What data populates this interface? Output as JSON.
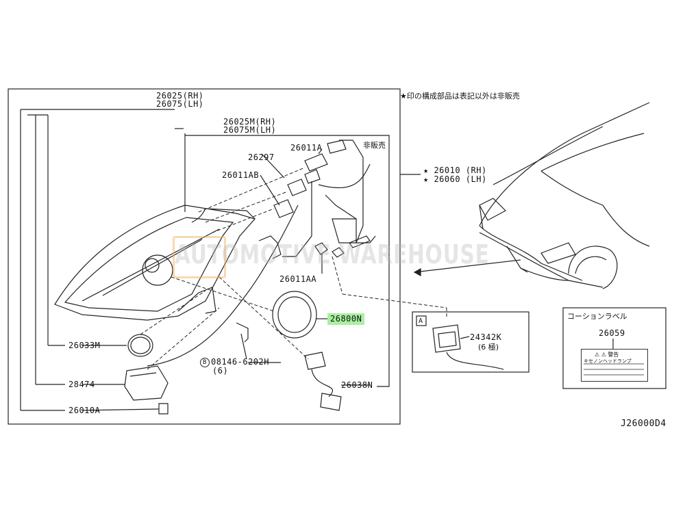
{
  "notice": "★印の構成部品は表記以外は非販売",
  "labels": {
    "assy_rh": "26025(RH)",
    "assy_lh": "26075(LH)",
    "sub_rh": "26025M(RH)",
    "sub_lh": "26075M(LH)",
    "p26011A": "26011A",
    "hibanbai": "非販売",
    "p26297": "26297",
    "p26011AB": "26011AB",
    "star_rh": "★ 26010 (RH)",
    "star_lh": "★ 26060 (LH)",
    "p26011AA": "26011AA",
    "p26800N": "26800N",
    "p26033M": "26033M",
    "p08146": "08146-6202H",
    "p08146_qty": "(6)",
    "bolt_marker": "B",
    "p28474": "28474",
    "p26038N": "26038N",
    "p26010A": "26010A",
    "detail_marker": "A",
    "p24342K": "24342K",
    "p24342K_sub": "(6 極)",
    "caution_title": "コーションラベル",
    "p26059": "26059",
    "caution_warn": "⚠ ⚠ 警告",
    "caution_text": "キセノンヘッドランプ",
    "diagram_code": "J26000D4"
  },
  "watermark": "AUTOMOTIVE WAREHOUSE",
  "highlight_color": "#a8f0a0"
}
